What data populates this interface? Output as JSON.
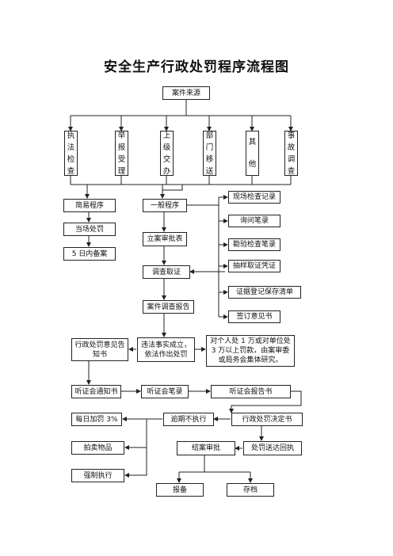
{
  "title": "安全生产行政处罚程序流程图",
  "nodes": {
    "source": "案件来源",
    "s1": "执法检查",
    "s2": "举报受理",
    "s3": "上级交办",
    "s4": "部门移送",
    "s5": "其他",
    "s6": "事故调查",
    "simple": "简易程序",
    "onsite": "当场处罚",
    "file5": "5 日内备案",
    "general": "一般程序",
    "approve": "立案审批表",
    "investigate": "调查取证",
    "report": "案件调查报告",
    "r1": "现场检查记录",
    "r2": "询问笔录",
    "r3": "勘验检查笔录",
    "r4": "抽样取证凭证",
    "r5": "证据登记保存清单",
    "r6": "签订意见书",
    "notice": "行政处罚意见告知书",
    "violation": "违法事实成立，依法作出处罚",
    "big": "对个人处 1 万或对单位处 3 万以上罚款，由案审委或局务会集体研究。",
    "hearNotice": "听证会通知书",
    "hearRecord": "听证会笔录",
    "hearReport": "听证会报告书",
    "overdue": "逾期不执行",
    "decision": "行政处罚决定书",
    "fine": "每日加罚 3%",
    "auction": "拍卖物品",
    "force": "强制执行",
    "close": "结案审批",
    "deliver": "处罚送达回执",
    "archiveReport": "报备",
    "archive": "存档"
  }
}
